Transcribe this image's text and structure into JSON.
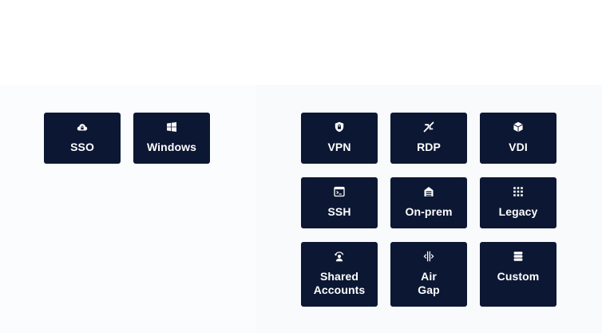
{
  "left_group": {
    "tiles": [
      {
        "label": "SSO",
        "icon": "cloud-lock-icon"
      },
      {
        "label": "Windows",
        "icon": "windows-logo-icon"
      }
    ]
  },
  "right_group": {
    "tiles": [
      {
        "label": "VPN",
        "icon": "shield-lock-icon"
      },
      {
        "label": "RDP",
        "icon": "remote-arrows-icon"
      },
      {
        "label": "VDI",
        "icon": "cube-icon"
      },
      {
        "label": "SSH",
        "icon": "terminal-icon"
      },
      {
        "label": "On-prem",
        "icon": "building-icon"
      },
      {
        "label": "Legacy",
        "icon": "grid-dots-icon"
      },
      {
        "label": "Shared\nAccounts",
        "icon": "shared-user-icon"
      },
      {
        "label": "Air\nGap",
        "icon": "air-gap-icon"
      },
      {
        "label": "Custom",
        "icon": "database-stack-icon"
      }
    ]
  },
  "colors": {
    "tile_background": "#0c1733",
    "tile_text": "#ffffff",
    "page_background": "#ffffff",
    "panel_background": "#f9fafc"
  }
}
